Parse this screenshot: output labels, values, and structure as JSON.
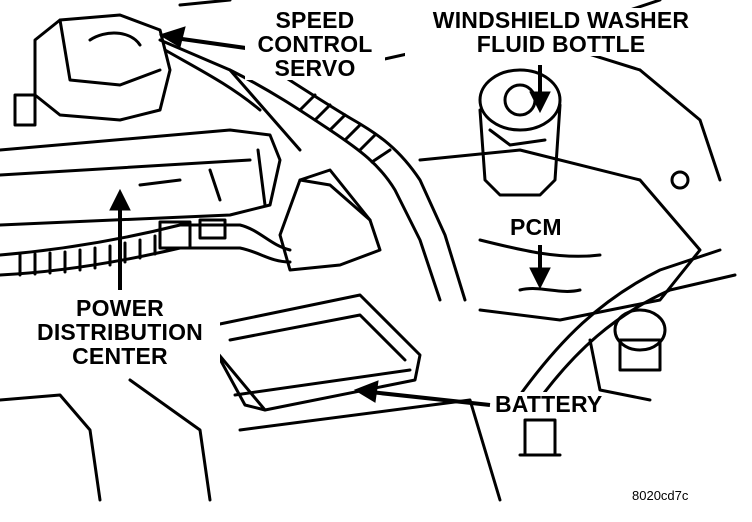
{
  "labels": {
    "speed_control_servo": [
      "SPEED",
      "CONTROL",
      "SERVO"
    ],
    "windshield_washer_fluid_bottle": [
      "WINDSHIELD WASHER",
      "FLUID BOTTLE"
    ],
    "pcm": "PCM",
    "power_distribution_center": [
      "POWER",
      "DISTRIBUTION",
      "CENTER"
    ],
    "battery": "BATTERY"
  },
  "figure_code": "8020cd7c",
  "colors": {
    "ink": "#000000",
    "paper": "#ffffff"
  }
}
